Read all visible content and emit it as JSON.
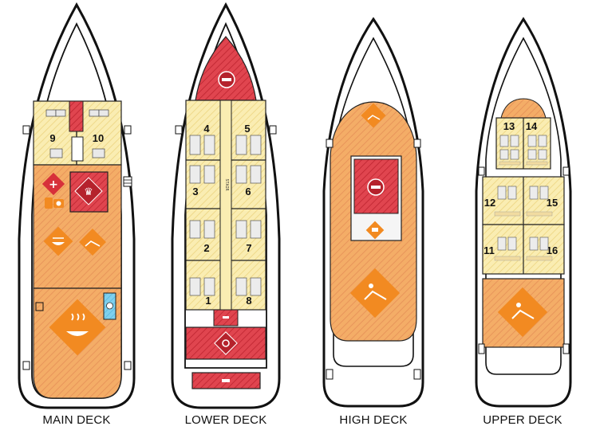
{
  "decks": [
    {
      "name": "MAIN DECK",
      "cabins": [
        "9",
        "10"
      ]
    },
    {
      "name": "LOWER DECK",
      "cabins": [
        "4",
        "5",
        "3",
        "6",
        "2",
        "7",
        "1",
        "8"
      ],
      "stair_text": "STAIR"
    },
    {
      "name": "HIGH DECK",
      "cabins": []
    },
    {
      "name": "UPPER DECK",
      "cabins": [
        "13",
        "14",
        "12",
        "15",
        "11",
        "16"
      ]
    }
  ],
  "colors": {
    "hull_outline": "#111111",
    "cabin_yellow": "#f8e9a6",
    "lounge_orange": "#f2a65a",
    "restricted_red": "#d7303a",
    "icon_orange": "#f28a21",
    "door_blue": "#5bc2e7"
  },
  "icons": [
    "no-entry-icon",
    "first-aid-icon",
    "chef-icon",
    "camera-icon",
    "dining-icon",
    "sunbed-icon",
    "engine-icon",
    "hot-food-icon",
    "life-jacket-icon",
    "toilet-icon"
  ]
}
